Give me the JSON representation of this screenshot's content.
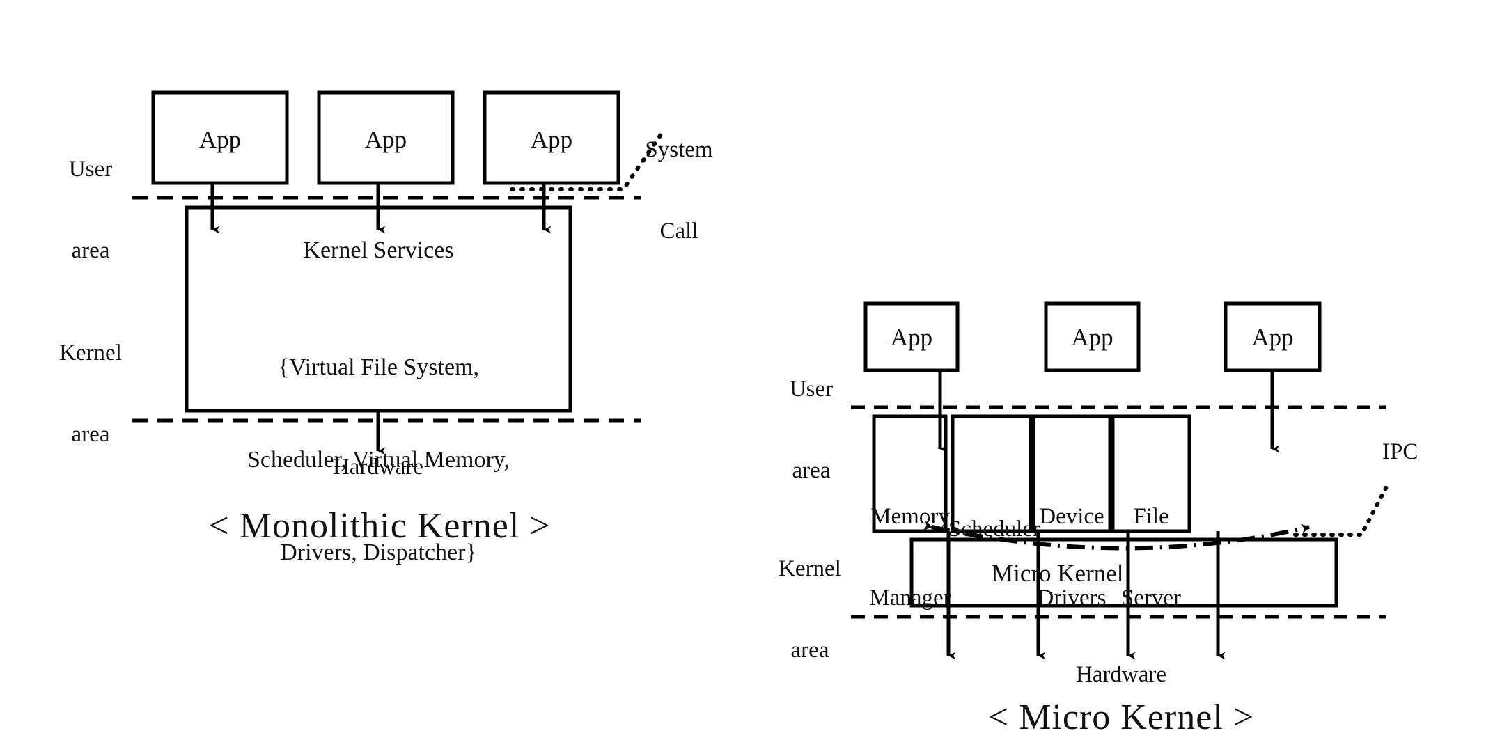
{
  "figure": {
    "type": "diagram",
    "subject": "Operating system kernel architecture comparison",
    "panels": [
      {
        "id": "monolithic",
        "caption": "< Monolithic Kernel >",
        "region_labels": [
          {
            "name": "user-area",
            "line1": "User",
            "line2": "area"
          },
          {
            "name": "kernel-area",
            "line1": "Kernel",
            "line2": "area"
          }
        ],
        "apps": [
          {
            "label": "App"
          },
          {
            "label": "App"
          },
          {
            "label": "App"
          }
        ],
        "kernel_box": {
          "title": "Kernel Services",
          "services_line1": "{Virtual File System,",
          "services_line2": "Scheduler, Virtual Memory,",
          "services_line3": "Drivers, Dispatcher}"
        },
        "hardware_label": "Hardware",
        "annotation": {
          "name": "system-call",
          "line1": "System",
          "line2": "Call"
        }
      },
      {
        "id": "micro",
        "caption": "< Micro Kernel >",
        "region_labels": [
          {
            "name": "user-area",
            "line1": "User",
            "line2": "area"
          },
          {
            "name": "kernel-area",
            "line1": "Kernel",
            "line2": "area"
          }
        ],
        "apps": [
          {
            "label": "App"
          },
          {
            "label": "App"
          },
          {
            "label": "App"
          }
        ],
        "services": [
          {
            "line1": "Memory",
            "line2": "Manager"
          },
          {
            "line1": "Scheduler",
            "line2": ""
          },
          {
            "line1": "Device",
            "line2": "Drivers"
          },
          {
            "line1": "File",
            "line2": "Server"
          }
        ],
        "kernel_box": {
          "title": "Micro Kernel"
        },
        "hardware_label": "Hardware",
        "annotation": {
          "name": "ipc",
          "line1": "IPC"
        }
      }
    ],
    "colors": {
      "ink": "#000000",
      "background": "#ffffff"
    }
  }
}
